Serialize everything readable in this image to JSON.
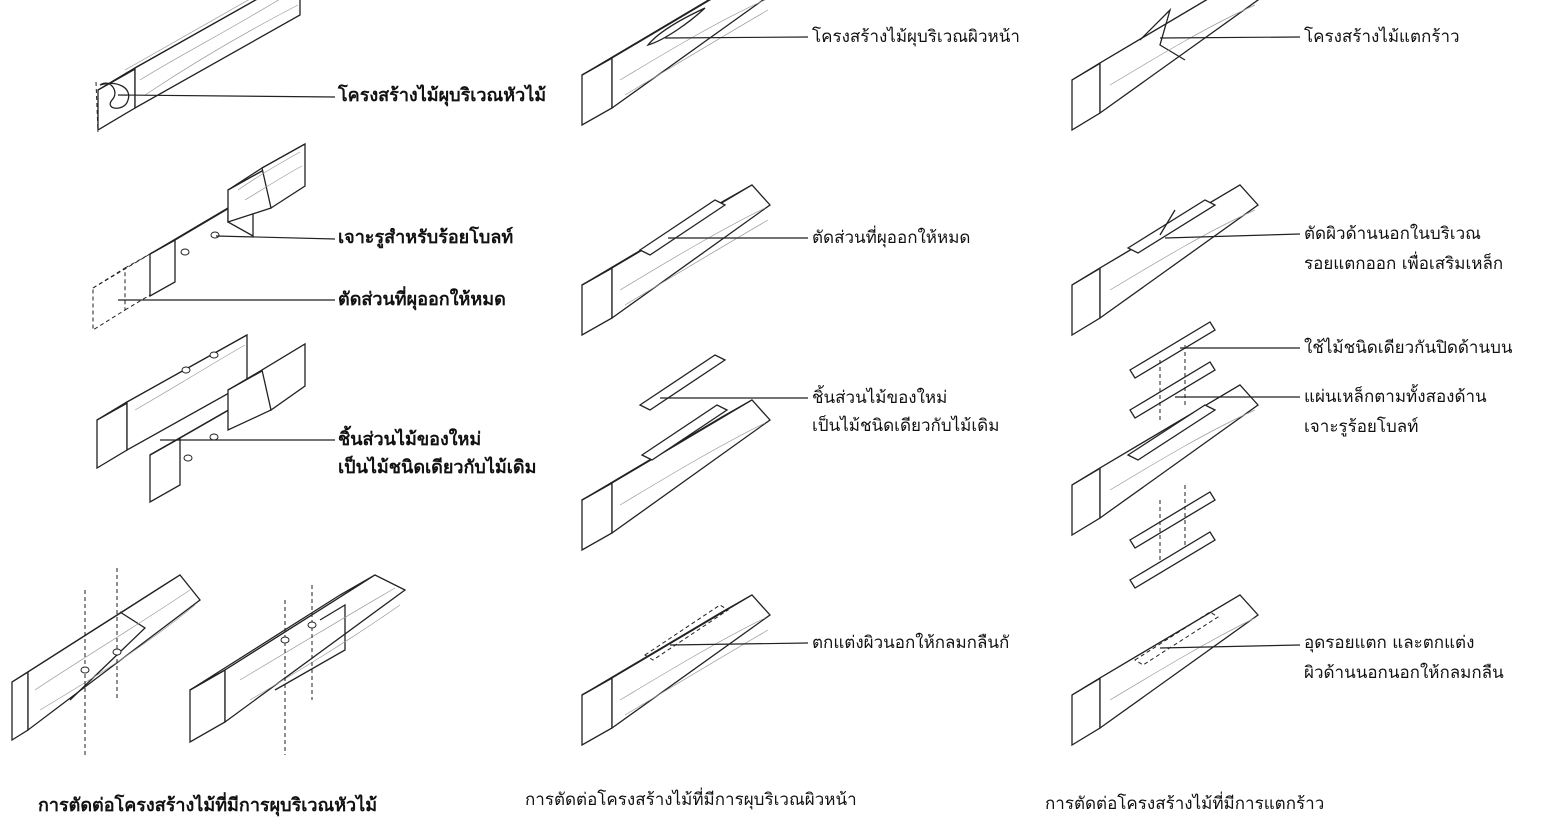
{
  "labels": {
    "c1_a": "โครงสร้างไม้ผุบริเวณหัวไม้",
    "c1_b": "เจาะรูสำหรับร้อยโบลท์",
    "c1_c": "ตัดส่วนที่ผุออกให้หมด",
    "c1_d_1": "ชิ้นส่วนไม้ของใหม่",
    "c1_d_2": "เป็นไม้ชนิดเดียวกับไม้เดิม",
    "c2_a": "โครงสร้างไม้ผุบริเวณผิวหน้า",
    "c2_b": "ตัดส่วนที่ผุออกให้หมด",
    "c2_c_1": "ชิ้นส่วนไม้ของใหม่",
    "c2_c_2": "เป็นไม้ชนิดเดียวกับไม้เดิม",
    "c2_d": "ตกแต่งผิวนอกให้กลมกลืนกั",
    "c3_a": "โครงสร้างไม้แตกร้าว",
    "c3_b_1": "ตัดผิวด้านนอกในบริเวณ",
    "c3_b_2": "รอยแตกออก เพื่อเสริมเหล็ก",
    "c3_c": "ใช้ไม้ชนิดเดียวกันปิดด้านบน",
    "c3_d_1": "แผ่นเหล็กตามทั้งสองด้าน",
    "c3_d_2": "เจาะรูร้อยโบลท์",
    "c3_e_1": "อุดรอยแตก และตกแต่ง",
    "c3_e_2": "ผิวด้านนอกนอกให้กลมกลืน"
  },
  "captions": {
    "col1": "การตัดต่อโครงสร้างไม้ที่มีการผุบริเวณหัวไม้",
    "col2": "การตัดต่อโครงสร้างไม้ที่มีการผุบริเวณผิวหน้า",
    "col3": "การตัดต่อโครงสร้างไม้ที่มีการแตกร้าว"
  },
  "colors": {
    "line": "#222222",
    "grain": "#9a9a9a",
    "background": "#ffffff"
  }
}
